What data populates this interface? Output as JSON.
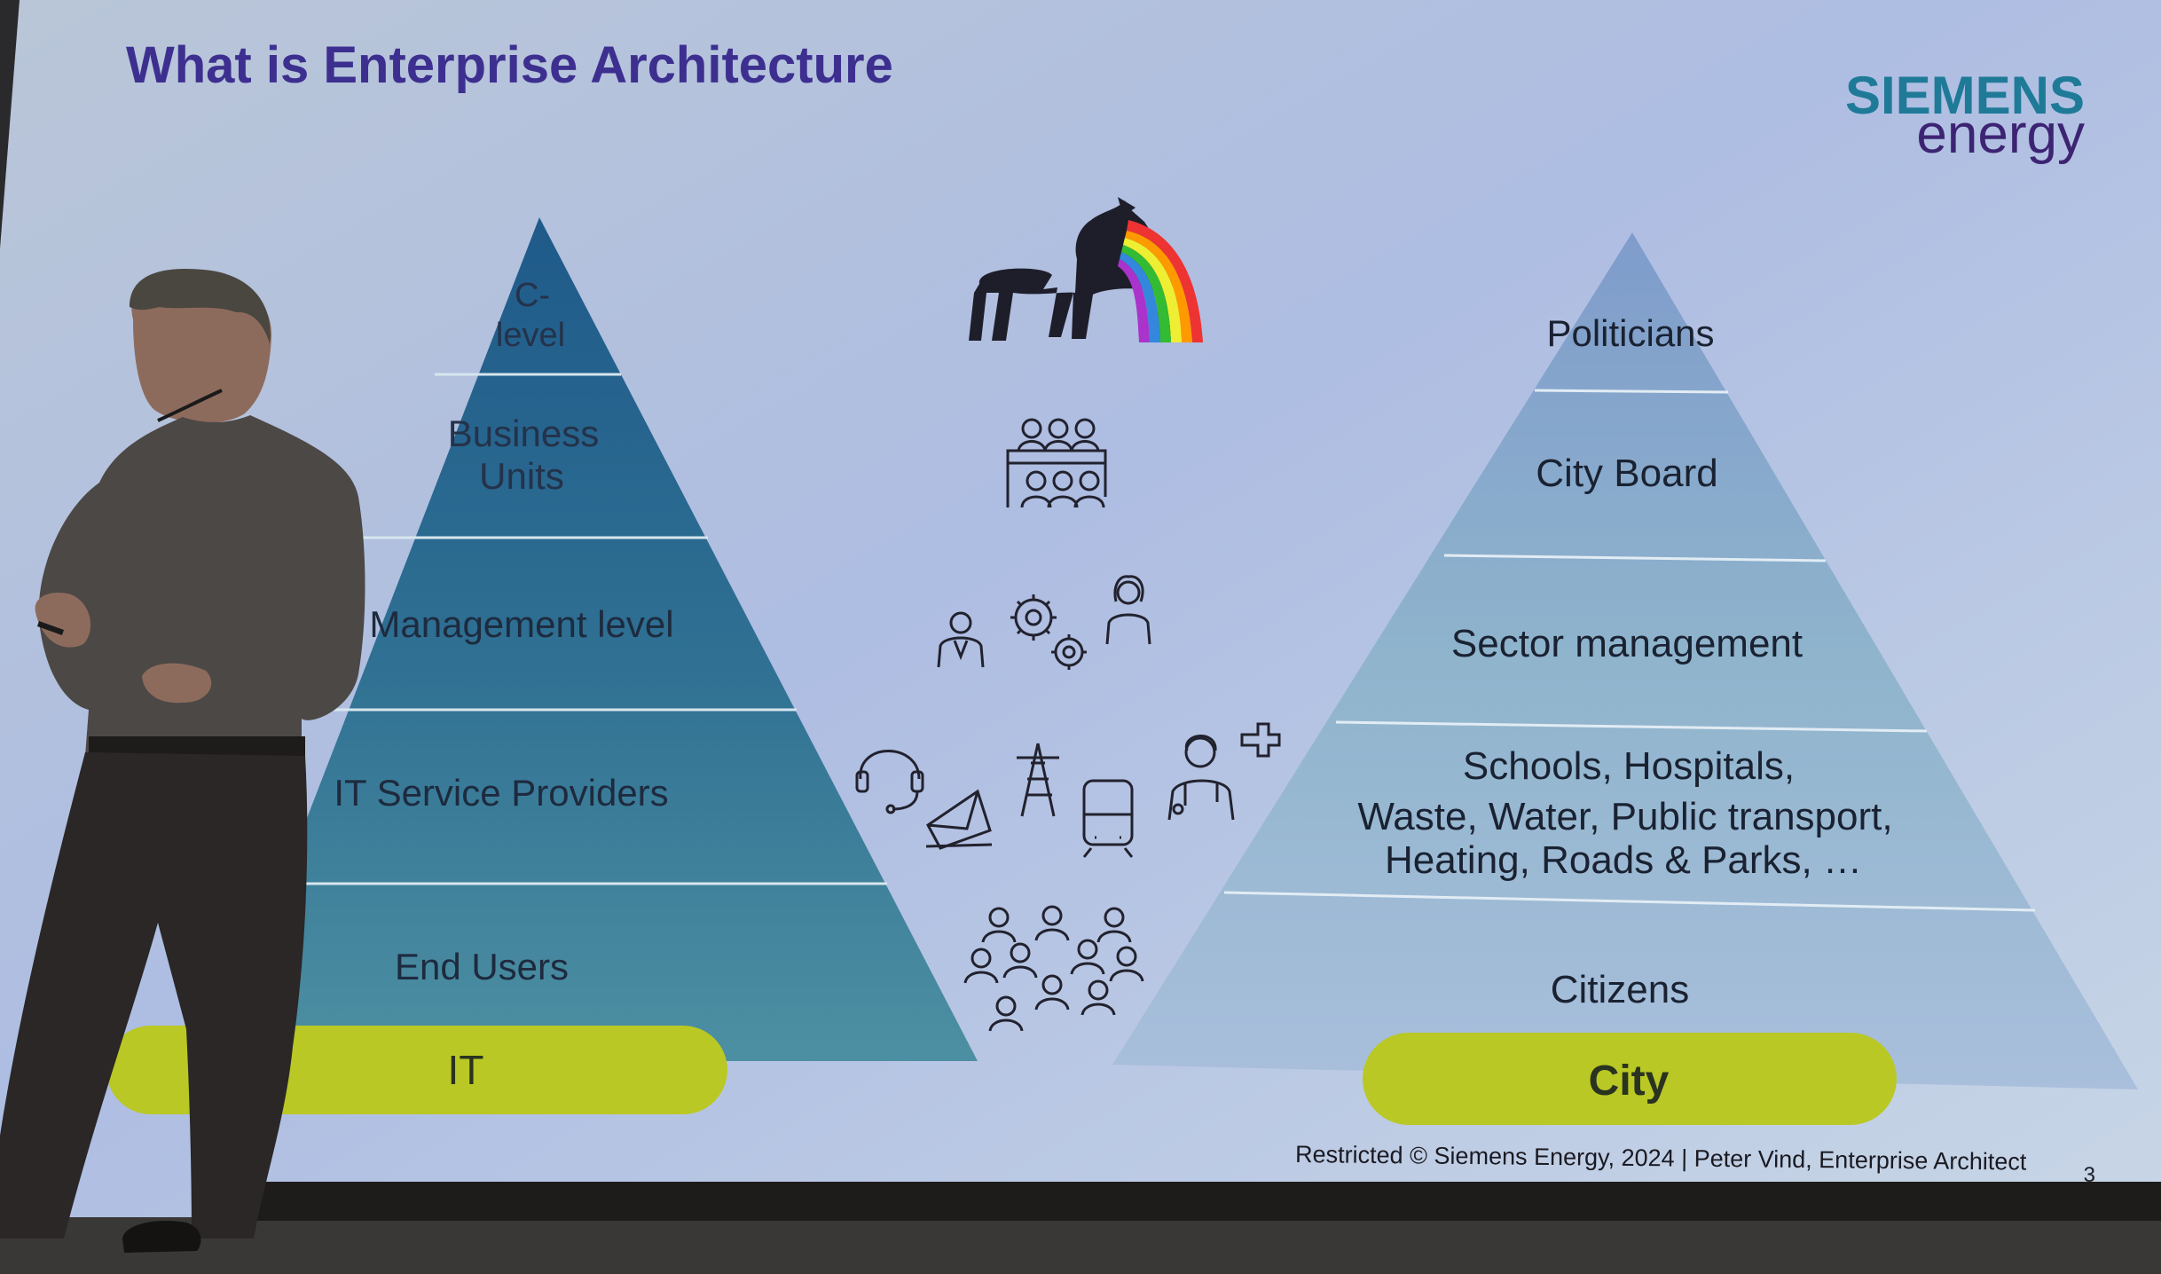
{
  "slide": {
    "title": "What is Enterprise Architecture",
    "logo_line1": "SIEMENS",
    "logo_line2": "energy",
    "footer": "Restricted © Siemens Energy, 2024 | Peter Vind, Enterprise Architect",
    "page_number": "3"
  },
  "it_pyramid": {
    "levels": [
      {
        "line1": "C-",
        "line2": "level"
      },
      {
        "line1": "Business",
        "line2": "Units"
      },
      {
        "line1": "Management level"
      },
      {
        "line1": "IT Service Providers"
      },
      {
        "line1": "End Users"
      }
    ],
    "label": "IT"
  },
  "city_pyramid": {
    "levels": [
      {
        "line1": "Politicians"
      },
      {
        "line1": "City Board"
      },
      {
        "line1": "Sector management"
      },
      {
        "line1": "Schools, Hospitals,",
        "line2": "Waste, Water, Public transport,",
        "line3": "Heating, Roads & Parks, …"
      },
      {
        "line1": "Citizens"
      }
    ],
    "label": "City"
  },
  "icons": [
    "unicorn-rainbow-icon",
    "board-meeting-icon",
    "managers-gears-icon",
    "service-providers-icon",
    "crowd-icon"
  ],
  "colors": {
    "title": "#3d2f8f",
    "logo_siemens": "#1f7a98",
    "logo_energy": "#3d2473",
    "pill": "#b9c824",
    "it_pyramid_top": "#1e5b8c",
    "it_pyramid_bottom": "#3f8596",
    "city_pyramid": "#8fb2cf"
  }
}
